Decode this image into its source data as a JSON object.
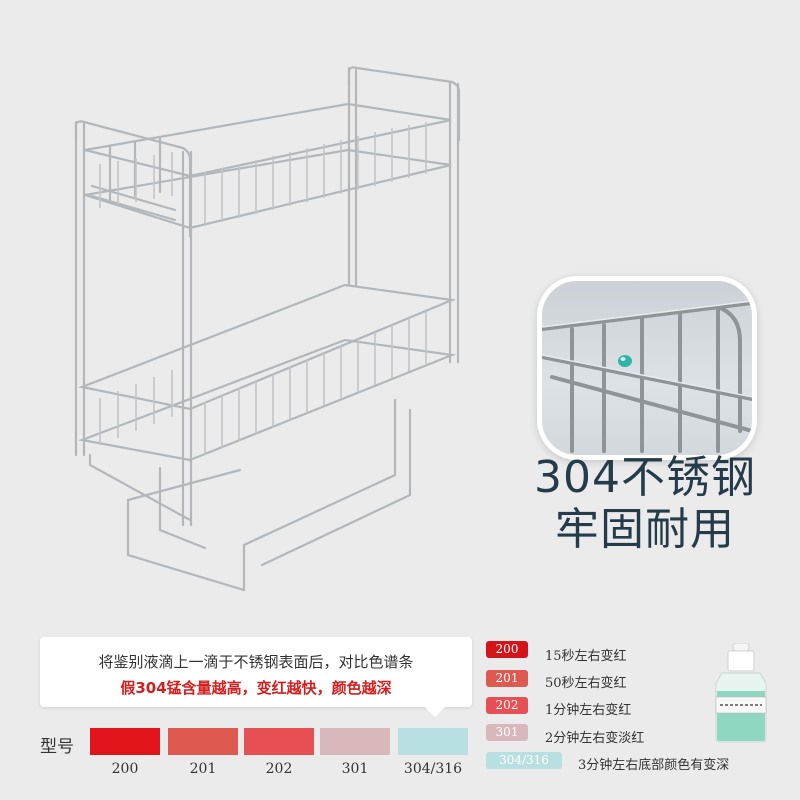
{
  "headline": {
    "line1": "304不锈钢",
    "line2": "牢固耐用"
  },
  "callout": {
    "line1": "将鉴别液滴上一滴于不锈钢表面后，对比色谱条",
    "line2": "假304锰含量越高，变红越快，颜色越深"
  },
  "spectrum": {
    "label": "型号",
    "swatches": [
      {
        "code": "200",
        "color": "#e0141a"
      },
      {
        "code": "201",
        "color": "#de5a50"
      },
      {
        "code": "202",
        "color": "#e65055"
      },
      {
        "code": "301",
        "color": "#d8b8bb"
      },
      {
        "code": "304/316",
        "color": "#b8e0e2"
      }
    ]
  },
  "legend": [
    {
      "code": "200",
      "text": "15秒左右变红",
      "color": "#d4141b"
    },
    {
      "code": "201",
      "text": "50秒左右变红",
      "color": "#de5a50"
    },
    {
      "code": "202",
      "text": "1分钟左右变红",
      "color": "#e65055"
    },
    {
      "code": "301",
      "text": "2分钟左右变淡红",
      "color": "#d8b8bb"
    },
    {
      "code": "304/316",
      "text": "3分钟左右底部颜色有变深",
      "color": "#b8e0e2"
    }
  ],
  "icons": {
    "product": "stainless-wire-rack-icon",
    "zoom": "wire-joint-zoom-icon",
    "bottle": "test-liquid-bottle-icon"
  }
}
